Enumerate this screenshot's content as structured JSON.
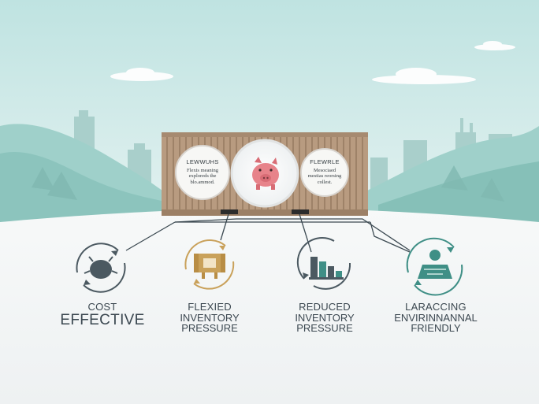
{
  "container": {
    "left_panel": {
      "title": "LEWWUHS",
      "lines": [
        "Flexis meaning",
        "exploreds the",
        "blo.ammod."
      ]
    },
    "right_panel": {
      "title": "FLEWRLE",
      "lines": [
        "Mesociaed",
        "mestias reorsing",
        "collest."
      ]
    }
  },
  "benefits": [
    {
      "line1": "COST",
      "line2": "EFFECTIVE"
    },
    {
      "line1": "FLEXIED",
      "line2": "INVENTORY",
      "line3": "PRESSURE"
    },
    {
      "line1": "REDUCED",
      "line2": "INVENTORY",
      "line3": "PRESSURE"
    },
    {
      "line1": "LARACCING",
      "line2": "ENVIRINNANNAL",
      "line3": "FRIENDLY"
    }
  ],
  "colors": {
    "sky": "#bfe2e0",
    "hills": "#9ccfc9",
    "container": "#b89b80",
    "icon_gray": "#4b5961",
    "icon_gold": "#c9a15a",
    "icon_teal": "#3f8f86",
    "pig": "#e7838a"
  }
}
